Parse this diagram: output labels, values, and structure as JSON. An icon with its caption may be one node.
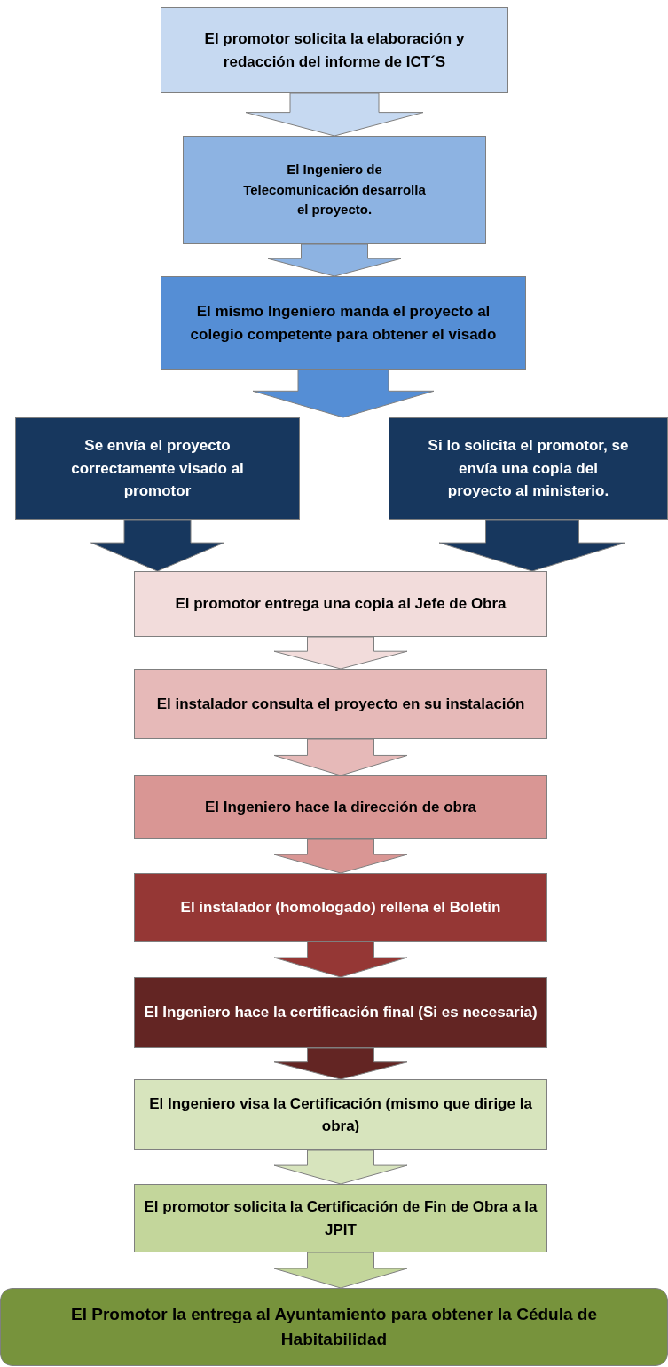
{
  "diagram": {
    "nodes": [
      {
        "text": [
          "El promotor solicita la elaboración y redacción del informe de ICT´S"
        ]
      },
      {
        "text": [
          "El Ingeniero de Telecomunicación desarrolla el proyecto."
        ]
      },
      {
        "text": [
          "El mismo Ingeniero manda el proyecto al colegio competente para obtener el visado"
        ]
      },
      {
        "text": [
          "Se envía el proyecto correctamente visado al promotor"
        ]
      },
      {
        "text": [
          "Si lo solicita el promotor, se envía una copia del proyecto al ministerio."
        ]
      },
      {
        "text": [
          "El promotor entrega una copia al Jefe de Obra"
        ]
      },
      {
        "text": [
          "El instalador consulta el proyecto en su instalación"
        ]
      },
      {
        "text": [
          "El Ingeniero hace la dirección de obra"
        ]
      },
      {
        "text": [
          "El instalador (homologado) rellena el Boletín"
        ]
      },
      {
        "text": [
          "El Ingeniero hace la certificación final (Si es necesaria)"
        ]
      },
      {
        "text": [
          "El Ingeniero visa la Certificación (mismo que dirige la obra)"
        ]
      },
      {
        "text": [
          "El promotor solicita la Certificación de Fin de Obra a la JPIT"
        ]
      },
      {
        "text": [
          "El Promotor la entrega al Ayuntamiento para obtener la Cédula de Habitabilidad"
        ]
      }
    ],
    "edges": [
      {
        "from": 0,
        "to": 1,
        "arrow": "to"
      },
      {
        "from": 1,
        "to": 2,
        "arrow": "to"
      },
      {
        "from": 2,
        "to": 3,
        "arrow": "to"
      },
      {
        "from": 2,
        "to": 4,
        "arrow": "to"
      },
      {
        "from": 3,
        "to": 5,
        "arrow": "to"
      },
      {
        "from": 4,
        "to": 5,
        "arrow": "to"
      },
      {
        "from": 5,
        "to": 6,
        "arrow": "to"
      },
      {
        "from": 6,
        "to": 7,
        "arrow": "to"
      },
      {
        "from": 7,
        "to": 8,
        "arrow": "to"
      },
      {
        "from": 8,
        "to": 9,
        "arrow": "to"
      },
      {
        "from": 9,
        "to": 10,
        "arrow": "to"
      },
      {
        "from": 10,
        "to": 11,
        "arrow": "to"
      },
      {
        "from": 11,
        "to": 12,
        "arrow": "to"
      }
    ]
  }
}
